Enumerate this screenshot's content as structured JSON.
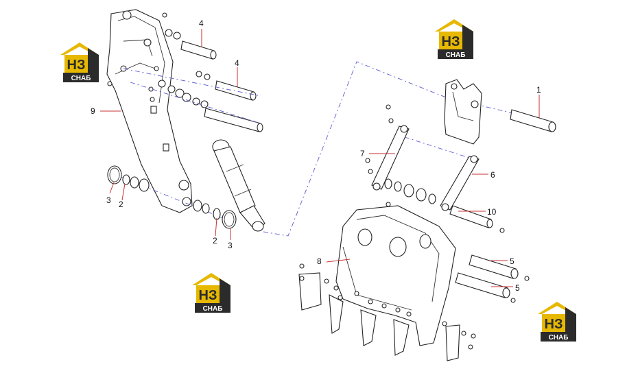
{
  "callouts": [
    {
      "id": "c4a",
      "text": "4"
    },
    {
      "id": "c4b",
      "text": "4"
    },
    {
      "id": "c9",
      "text": "9"
    },
    {
      "id": "c3a",
      "text": "3"
    },
    {
      "id": "c2a",
      "text": "2"
    },
    {
      "id": "c2b",
      "text": "2"
    },
    {
      "id": "c3b",
      "text": "3"
    },
    {
      "id": "c1",
      "text": "1"
    },
    {
      "id": "c7",
      "text": "7"
    },
    {
      "id": "c6",
      "text": "6"
    },
    {
      "id": "c10",
      "text": "10"
    },
    {
      "id": "c8",
      "text": "8"
    },
    {
      "id": "c5a",
      "text": "5"
    },
    {
      "id": "c5b",
      "text": "5"
    }
  ],
  "watermark": {
    "letters": "НЗ",
    "word": "СНАБ",
    "colors": {
      "roof": "#e6b800",
      "dark": "#2b2b2b",
      "text": "#ffffff"
    }
  }
}
